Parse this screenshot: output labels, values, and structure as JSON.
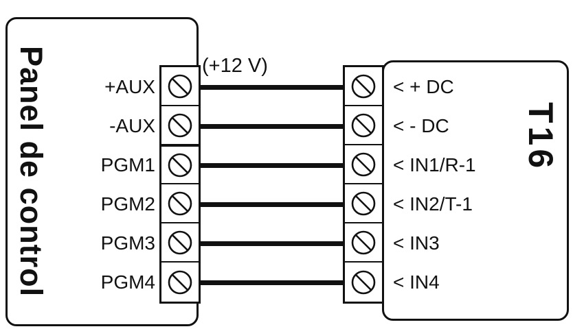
{
  "diagram": {
    "left_panel": {
      "title": "Panel de control",
      "terminals": [
        {
          "label": "+AUX"
        },
        {
          "label": "-AUX"
        },
        {
          "label": "PGM1"
        },
        {
          "label": "PGM2"
        },
        {
          "label": "PGM3"
        },
        {
          "label": "PGM4"
        }
      ]
    },
    "right_panel": {
      "title": "T16",
      "terminals": [
        {
          "label": "< + DC"
        },
        {
          "label": "< - DC"
        },
        {
          "label": "< IN1/R-1"
        },
        {
          "label": "< IN2/T-1"
        },
        {
          "label": "< IN3"
        },
        {
          "label": "< IN4"
        }
      ]
    },
    "wire_label": "(+12 V)",
    "wire_count": 6,
    "colors": {
      "line": "#111111",
      "background": "#ffffff"
    }
  }
}
